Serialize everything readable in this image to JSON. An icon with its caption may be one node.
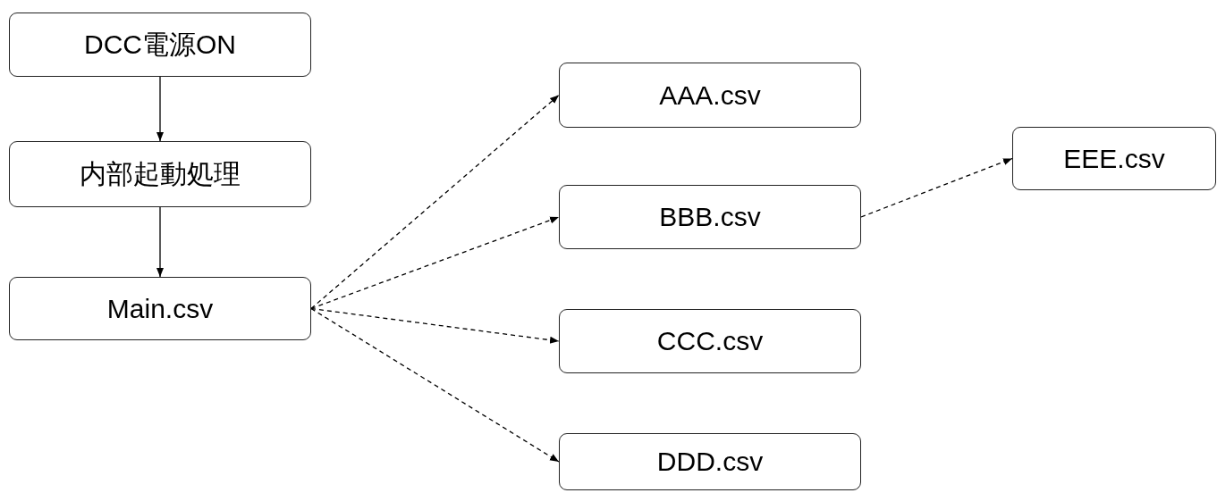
{
  "diagram": {
    "nodes": [
      {
        "text": [
          "DCC電源ON"
        ]
      },
      {
        "text": [
          "内部起動処理"
        ]
      },
      {
        "text": [
          "Main.csv"
        ]
      },
      {
        "text": [
          "AAA.csv"
        ]
      },
      {
        "text": [
          "BBB.csv"
        ]
      },
      {
        "text": [
          "CCC.csv"
        ]
      },
      {
        "text": [
          "DDD.csv"
        ]
      },
      {
        "text": [
          "EEE.csv"
        ]
      }
    ],
    "edges": [
      {
        "from": 0,
        "to": 1,
        "arrow": "to"
      },
      {
        "from": 1,
        "to": 2,
        "arrow": "to"
      },
      {
        "from": 2,
        "to": 3,
        "arrow": "to",
        "style": "dashed"
      },
      {
        "from": 2,
        "to": 4,
        "arrow": "to",
        "style": "dashed"
      },
      {
        "from": 2,
        "to": 5,
        "arrow": "to",
        "style": "dashed"
      },
      {
        "from": 2,
        "to": 6,
        "arrow": "to",
        "style": "dashed"
      },
      {
        "from": 4,
        "to": 7,
        "arrow": "to",
        "style": "dashed"
      }
    ]
  }
}
